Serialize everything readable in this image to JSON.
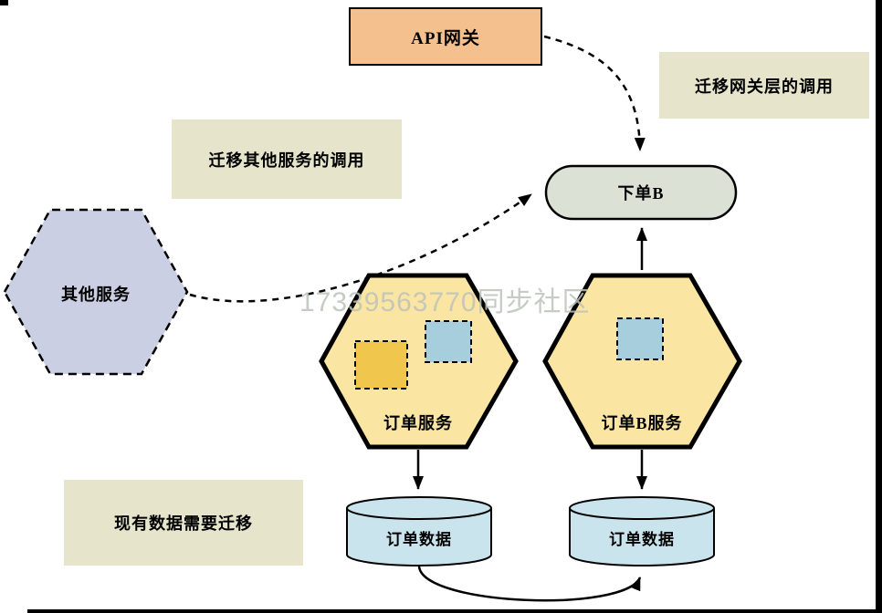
{
  "diagram": {
    "watermark": "17339563770同步社区",
    "api_gateway": "API网关",
    "note_gateway": "迁移网关层的调用",
    "note_services": "迁移其他服务的调用",
    "note_data": "现有数据需要迁移",
    "order_b": "下单B",
    "other_services": "其他服务",
    "order_service": "订单服务",
    "order_b_service": "订单B服务",
    "order_data_left": "订单数据",
    "order_data_right": "订单数据",
    "colors": {
      "api_box": "#f4c08d",
      "note_bg": "#e6e4ca",
      "stadium": "#dce1d6",
      "hex_other": "#cbcfe3",
      "hex_service": "#fbe5a2",
      "square_yellow": "#f0c64d",
      "square_blue": "#a7cedc",
      "cylinder": "#cae4ee"
    }
  }
}
